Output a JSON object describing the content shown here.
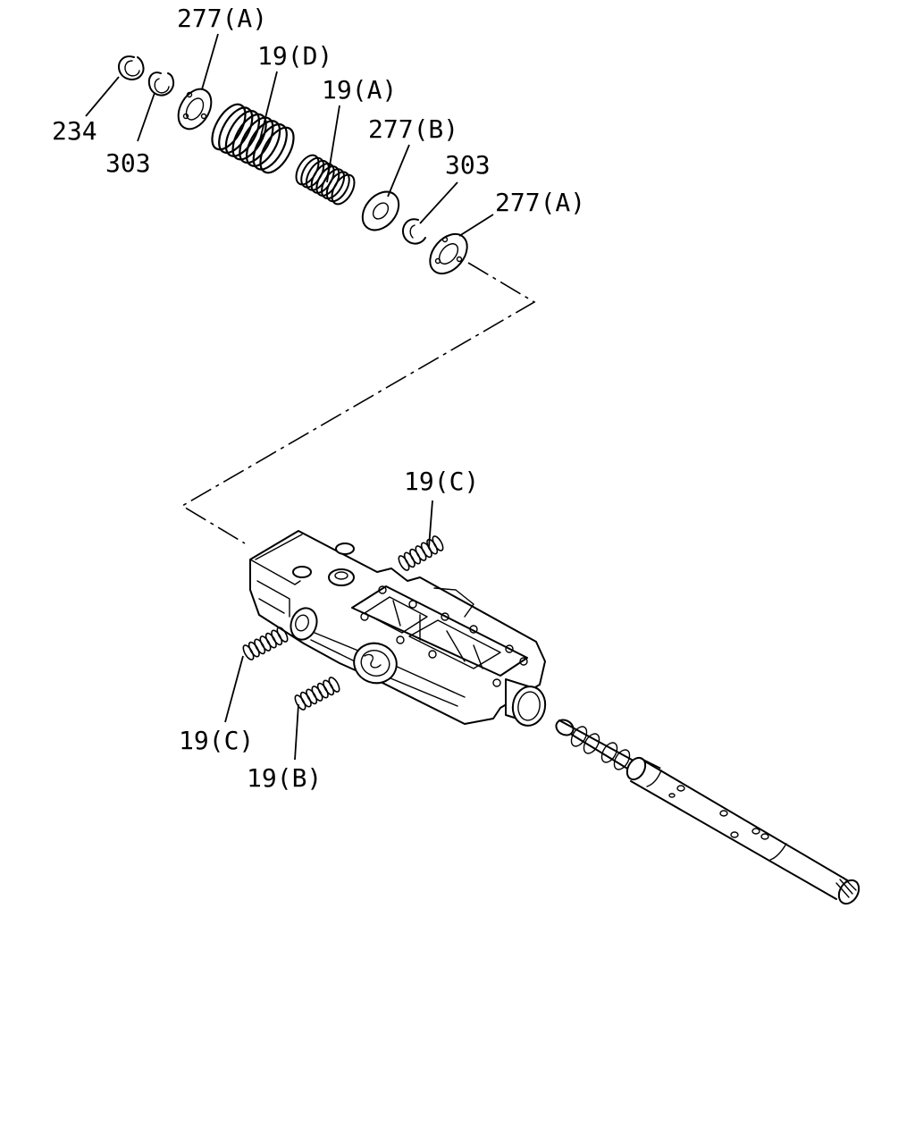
{
  "labels": {
    "ring_234": "234",
    "ring_303_top": "303",
    "washer_277a_top": "277(A)",
    "spring_19d": "19(D)",
    "spring_19a": "19(A)",
    "washer_277b": "277(B)",
    "ring_303_right": "303",
    "washer_277a_right": "277(A)",
    "spring_19c_top": "19(C)",
    "spring_19c_left": "19(C)",
    "spring_19b": "19(B)"
  }
}
